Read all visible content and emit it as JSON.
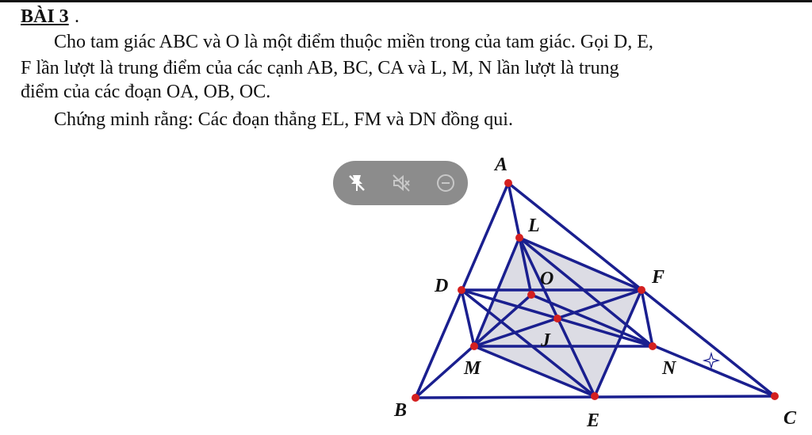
{
  "problem": {
    "title": "BÀI 3",
    "title_punct": ".",
    "line1": "Cho tam giác ABC và O là một điểm thuộc miền trong của tam giác. Gọi D, E,",
    "line2": "F lần lượt là trung điểm của các cạnh AB, BC, CA và L, M, N lần lượt là trung",
    "line3": "điểm của các đoạn OA, OB, OC.",
    "line4": "Chứng minh rằng: Các đoạn thẳng EL, FM và DN đồng qui."
  },
  "toolbar": {
    "icons": [
      "pin-off-icon",
      "mute-icon",
      "minus-circle-icon"
    ]
  },
  "figure": {
    "colors": {
      "line": "#1a1f8f",
      "point": "#d42020",
      "fill": "#dcdce4"
    },
    "labels": {
      "A": "A",
      "B": "B",
      "C": "C",
      "D": "D",
      "E": "E",
      "F": "F",
      "L": "L",
      "M": "M",
      "N": "N",
      "O": "O",
      "J": "J"
    }
  }
}
